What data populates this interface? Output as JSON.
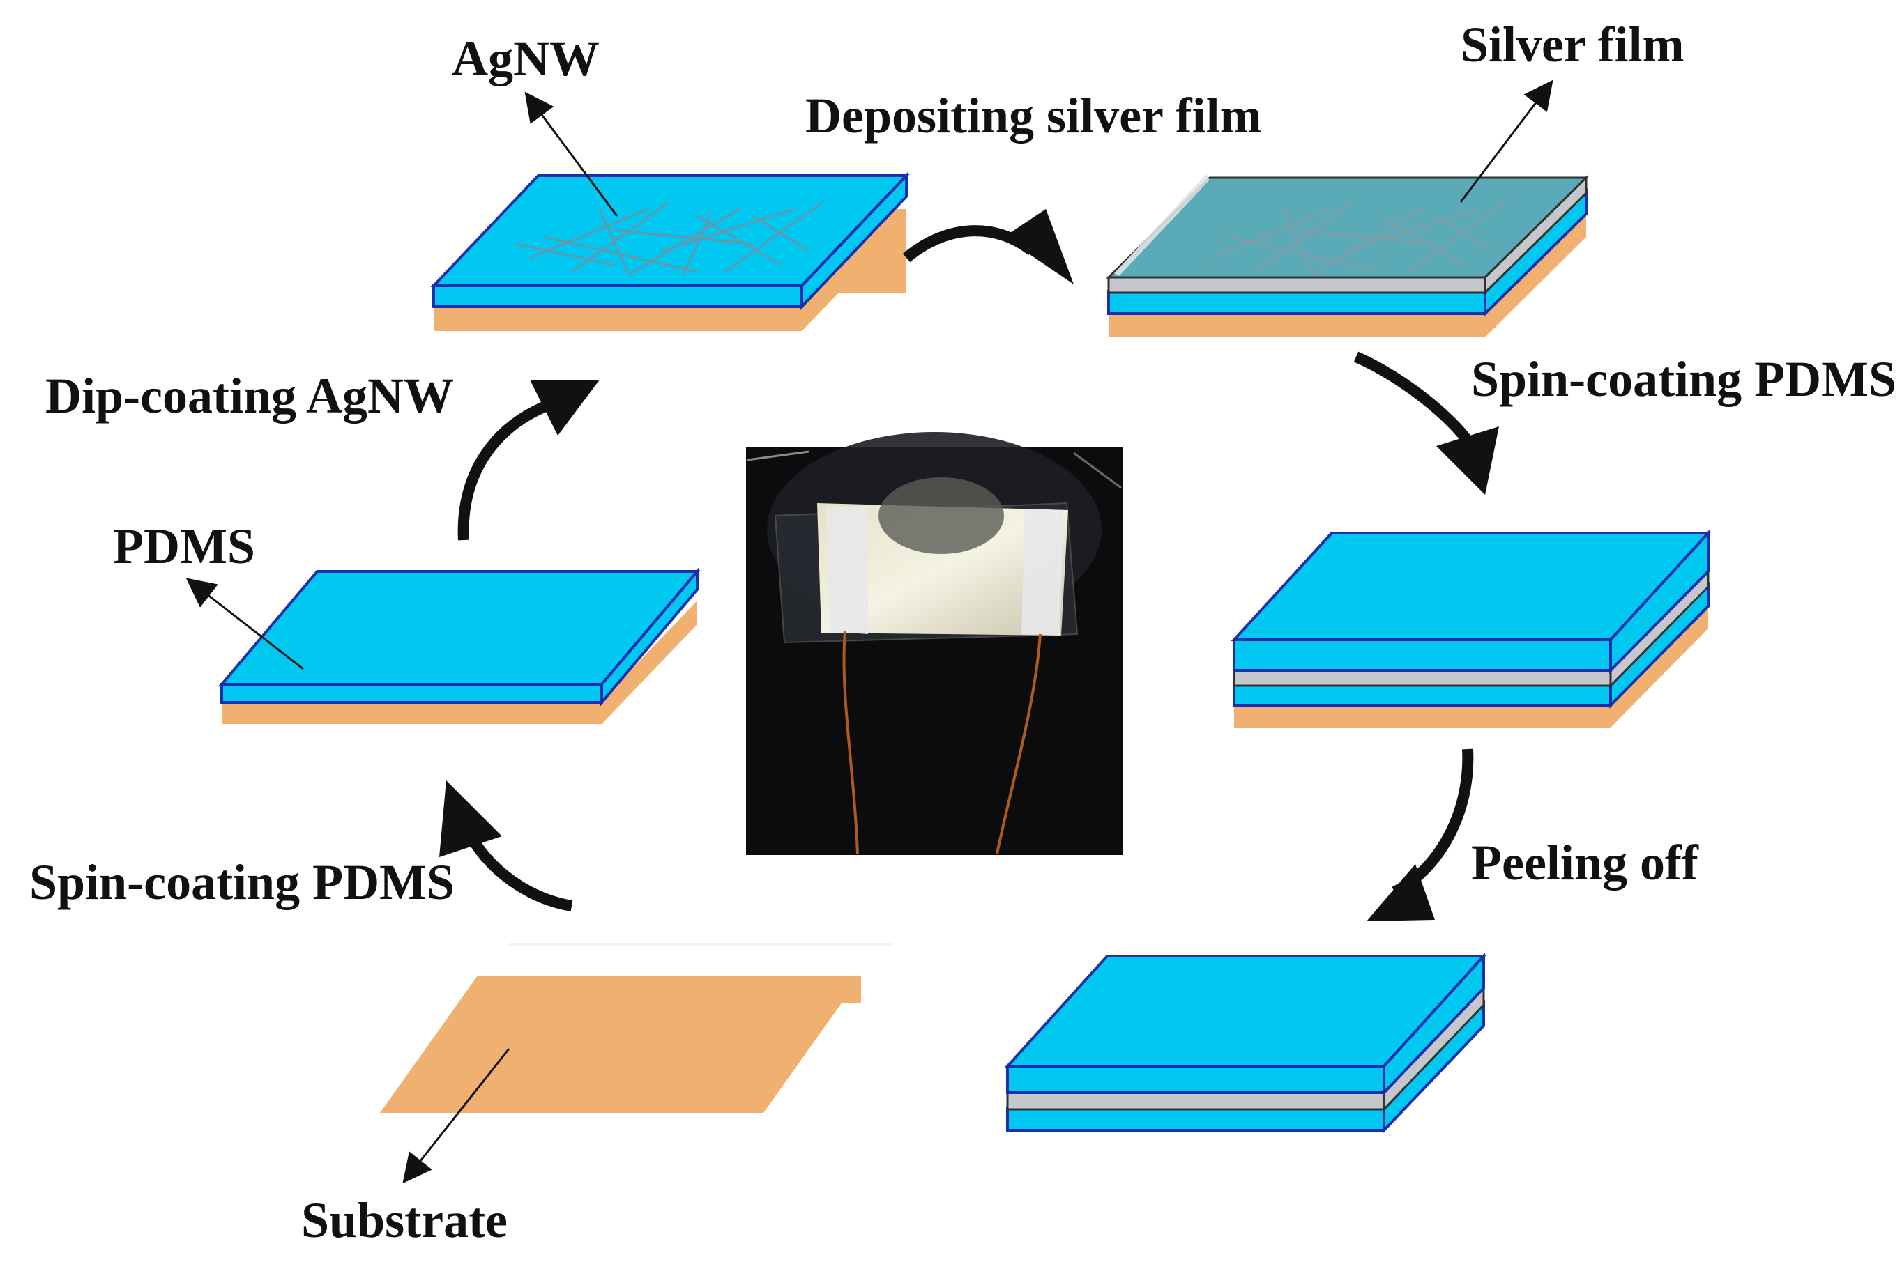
{
  "labels": {
    "agnw": "AgNW",
    "depositing": "Depositing silver film",
    "silver_film": "Silver film",
    "spin_coating_right": "Spin-coating PDMS",
    "dip_coating": "Dip-coating AgNW",
    "pdms": "PDMS",
    "peeling_off": "Peeling off",
    "spin_coating_left": "Spin-coating PDMS",
    "substrate": "Substrate"
  },
  "colors": {
    "pdms_blue": "#00c8f0",
    "pdms_edge": "#1a2fb0",
    "substrate": "#f0b070",
    "silver": "#b4b8bc",
    "arrow": "#111111",
    "photo_bg": "#0c0c0e"
  }
}
